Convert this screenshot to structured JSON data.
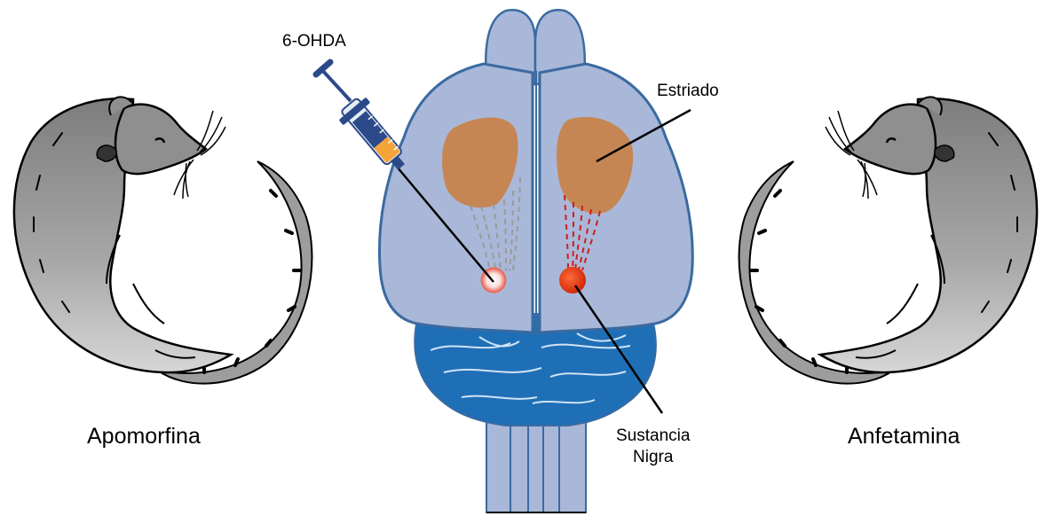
{
  "labels": {
    "left_rat": "Apomorfina",
    "right_rat": "Anfetamina",
    "toxin": "6-OHDA",
    "striatum": "Estriado",
    "substantia_line1": "Sustancia",
    "substantia_line2": "Nigra"
  },
  "colors": {
    "brain_fill": "#a9b8d8",
    "brain_stroke": "#3b6aa0",
    "cerebellum": "#1f6fb6",
    "striatum": "#c68654",
    "lesion_red": "#e63a12",
    "rat_fill": "#9b9b9b",
    "syringe_orange": "#f5a43a",
    "syringe_blue": "#2c4a8a"
  },
  "icons": [
    "rat-apomorphine-icon",
    "rat-amphetamine-icon",
    "syringe-icon",
    "brain-icon"
  ]
}
